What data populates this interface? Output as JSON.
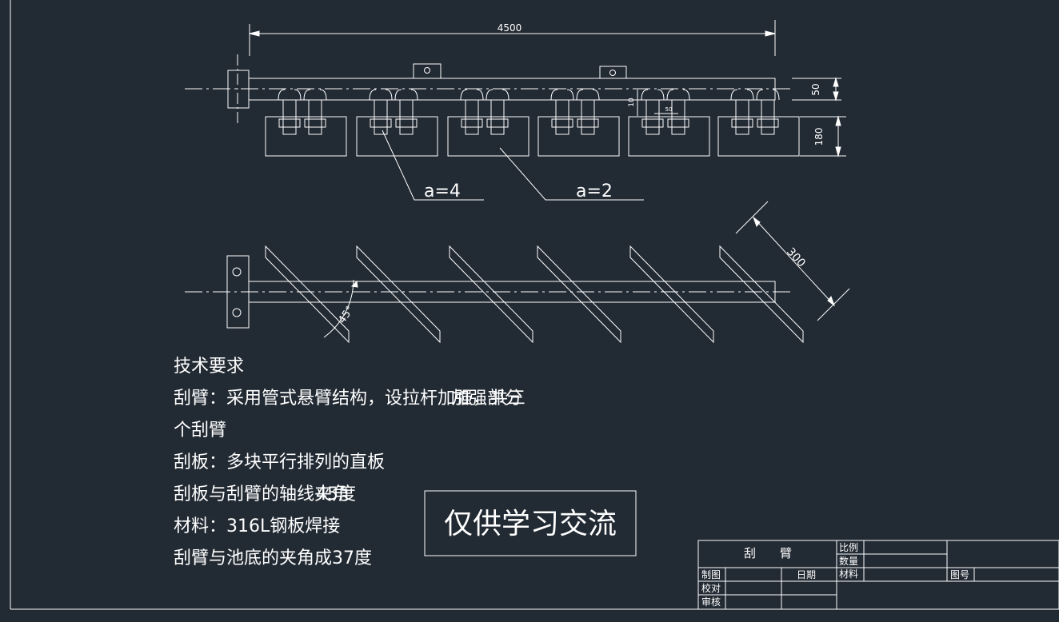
{
  "colors": {
    "background": "#222a33",
    "lines": "#ffffff"
  },
  "drawing": {
    "dimensions": {
      "total_length": "4500",
      "arm_height": "50",
      "blade_height": "180",
      "offset": "10",
      "small": "50",
      "blade_width": "300",
      "angle": "45°"
    },
    "callouts": {
      "left": "a=4",
      "right": "a=2"
    }
  },
  "notes": {
    "title": "技术要求",
    "lines": [
      "刮臂：采用管式悬臂结构，设拉杆加强，共三",
      "个刮臂",
      "刮板：多块平行排列的直板",
      "刮板与刮臂的轴线夹角",
      "材料：316L钢板焊接",
      "刮臂与池底的夹角成37度"
    ],
    "overlap_1": "加强部分",
    "overlap_2": "45度"
  },
  "watermark": "仅供学习交流",
  "title_block": {
    "part_name": "刮　　臂",
    "scale_label": "比例",
    "quantity_label": "数量",
    "material_label": "材料",
    "drawing_no_label": "图号",
    "drawn_label": "制图",
    "checked_label": "校对",
    "approved_label": "审核",
    "date_label": "日期"
  }
}
